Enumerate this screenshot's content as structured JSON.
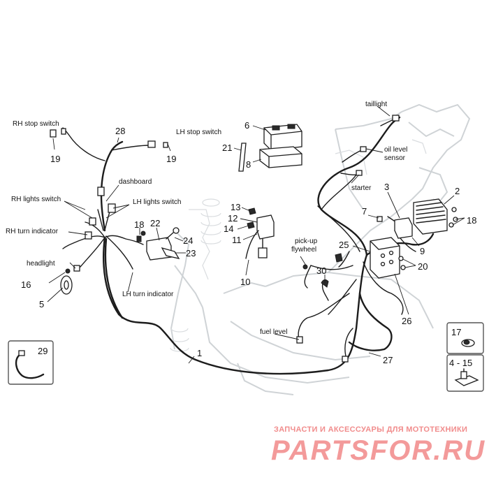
{
  "labels": {
    "rh_stop_switch": "RH stop switch",
    "lh_stop_switch": "LH stop switch",
    "dashboard": "dashboard",
    "rh_lights_switch": "RH lights switch",
    "lh_lights_switch": "LH lights switch",
    "rh_turn_indicator": "RH turn indicator",
    "headlight": "headlight",
    "lh_turn_indicator": "LH turn indicator",
    "taillight": "taillight",
    "oil_level_sensor_1": "oil level",
    "oil_level_sensor_2": "sensor",
    "starter": "starter",
    "pickup_flywheel_1": "pick-up",
    "pickup_flywheel_2": "flywheel",
    "fuel_level": "fuel level"
  },
  "numbers": {
    "n1": "1",
    "n2": "2",
    "n3": "3",
    "n4_15": "4 - 15",
    "n5": "5",
    "n6": "6",
    "n7": "7",
    "n8": "8",
    "n9": "9",
    "n10": "10",
    "n11": "11",
    "n12": "12",
    "n13": "13",
    "n14": "14",
    "n16": "16",
    "n17": "17",
    "n18a": "18",
    "n18b": "18",
    "n19a": "19",
    "n19b": "19",
    "n20": "20",
    "n21": "21",
    "n22": "22",
    "n23": "23",
    "n24": "24",
    "n25": "25",
    "n26": "26",
    "n27": "27",
    "n28": "28",
    "n29": "29",
    "n30": "30"
  },
  "watermark": {
    "tagline": "ЗАПЧАСТИ И АКСЕССУАРЫ ДЛЯ МОТОТЕХНИКИ",
    "brand": "PARTSFOR.RU"
  }
}
